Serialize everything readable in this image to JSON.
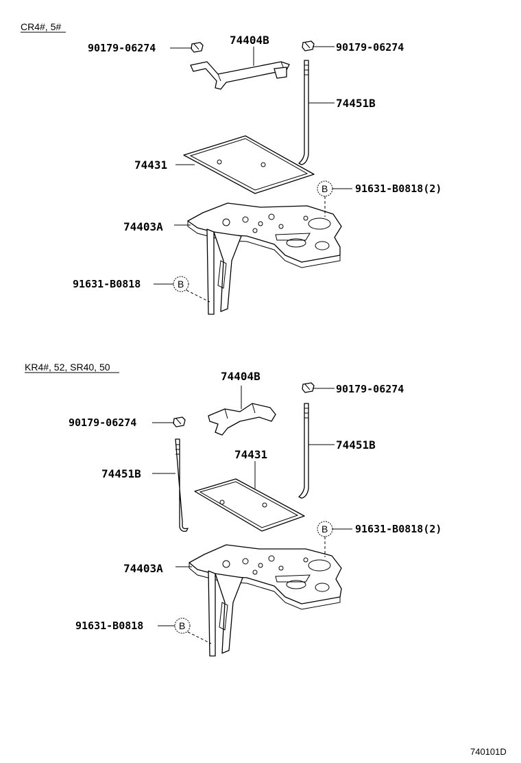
{
  "sections": [
    {
      "header": "CR4#, 5#",
      "labels": {
        "nut_left": "90179-06274",
        "nut_right": "90179-06274",
        "clamp": "74404B",
        "bolt_right": "74451B",
        "pad": "74431",
        "tray": "74403A",
        "screw_right": "91631-B0818(2)",
        "screw_left": "91631-B0818"
      },
      "callout_mark": "B"
    },
    {
      "header": "KR4#, 52, SR40, 50",
      "labels": {
        "nut_left": "90179-06274",
        "nut_right": "90179-06274",
        "clamp": "74404B",
        "bolt_right": "74451B",
        "bolt_left": "74451B",
        "pad": "74431",
        "tray": "74403A",
        "screw_right": "91631-B0818(2)",
        "screw_left": "91631-B0818"
      },
      "callout_mark": "B"
    }
  ],
  "figure_id": "740101D"
}
